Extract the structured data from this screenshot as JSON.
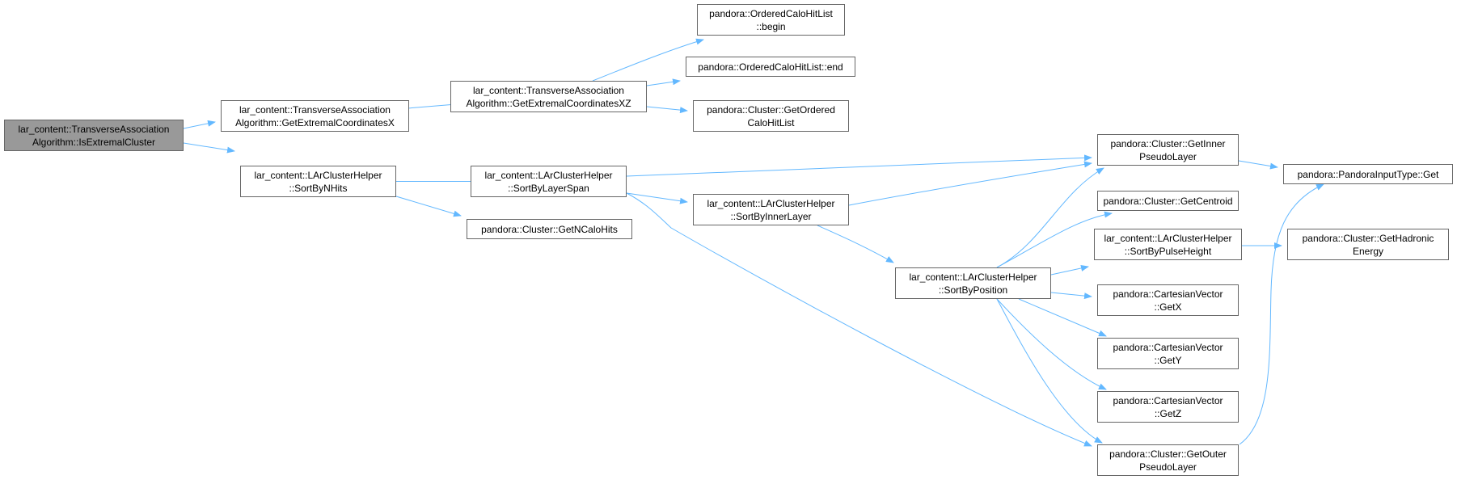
{
  "colors": {
    "edge": "#63b8ff",
    "node_border": "#666666",
    "root_fill": "#999999",
    "background": "#ffffff"
  },
  "nodes": [
    {
      "id": "root",
      "lines": [
        "lar_content::TransverseAssociation",
        "Algorithm::IsExtremalCluster"
      ],
      "root": true
    },
    {
      "id": "getExtremalX",
      "lines": [
        "lar_content::TransverseAssociation",
        "Algorithm::GetExtremalCoordinatesX"
      ]
    },
    {
      "id": "sortByNHits",
      "lines": [
        "lar_content::LArClusterHelper",
        "::SortByNHits"
      ]
    },
    {
      "id": "getExtremalXZ",
      "lines": [
        "lar_content::TransverseAssociation",
        "Algorithm::GetExtremalCoordinatesXZ"
      ]
    },
    {
      "id": "sortByLayerSpan",
      "lines": [
        "lar_content::LArClusterHelper",
        "::SortByLayerSpan"
      ]
    },
    {
      "id": "getNCaloHits",
      "lines": [
        "pandora::Cluster::GetNCaloHits"
      ]
    },
    {
      "id": "ochlBegin",
      "lines": [
        "pandora::OrderedCaloHitList",
        "::begin"
      ]
    },
    {
      "id": "ochlEnd",
      "lines": [
        "pandora::OrderedCaloHitList::end"
      ]
    },
    {
      "id": "getOrdered",
      "lines": [
        "pandora::Cluster::GetOrdered",
        "CaloHitList"
      ]
    },
    {
      "id": "sortByInnerLayer",
      "lines": [
        "lar_content::LArClusterHelper",
        "::SortByInnerLayer"
      ]
    },
    {
      "id": "sortByPosition",
      "lines": [
        "lar_content::LArClusterHelper",
        "::SortByPosition"
      ]
    },
    {
      "id": "getInner",
      "lines": [
        "pandora::Cluster::GetInner",
        "PseudoLayer"
      ]
    },
    {
      "id": "getCentroid",
      "lines": [
        "pandora::Cluster::GetCentroid"
      ]
    },
    {
      "id": "sortByPulseHeight",
      "lines": [
        "lar_content::LArClusterHelper",
        "::SortByPulseHeight"
      ]
    },
    {
      "id": "getX",
      "lines": [
        "pandora::CartesianVector",
        "::GetX"
      ]
    },
    {
      "id": "getY",
      "lines": [
        "pandora::CartesianVector",
        "::GetY"
      ]
    },
    {
      "id": "getZ",
      "lines": [
        "pandora::CartesianVector",
        "::GetZ"
      ]
    },
    {
      "id": "getOuter",
      "lines": [
        "pandora::Cluster::GetOuter",
        "PseudoLayer"
      ]
    },
    {
      "id": "inputGet",
      "lines": [
        "pandora::PandoraInputType::Get"
      ]
    },
    {
      "id": "getHadronic",
      "lines": [
        "pandora::Cluster::GetHadronic",
        "Energy"
      ]
    }
  ],
  "edges": [
    {
      "from": "root",
      "to": "getExtremalX"
    },
    {
      "from": "root",
      "to": "sortByNHits"
    },
    {
      "from": "getExtremalX",
      "to": "getExtremalXZ"
    },
    {
      "from": "getExtremalXZ",
      "to": "ochlBegin"
    },
    {
      "from": "getExtremalXZ",
      "to": "ochlEnd"
    },
    {
      "from": "getExtremalXZ",
      "to": "getOrdered"
    },
    {
      "from": "sortByNHits",
      "to": "sortByLayerSpan"
    },
    {
      "from": "sortByNHits",
      "to": "getNCaloHits"
    },
    {
      "from": "sortByLayerSpan",
      "to": "getInner"
    },
    {
      "from": "sortByLayerSpan",
      "to": "sortByInnerLayer"
    },
    {
      "from": "sortByLayerSpan",
      "to": "getOuter"
    },
    {
      "from": "sortByInnerLayer",
      "to": "getInner"
    },
    {
      "from": "sortByInnerLayer",
      "to": "sortByPosition"
    },
    {
      "from": "sortByPosition",
      "to": "getInner"
    },
    {
      "from": "sortByPosition",
      "to": "getCentroid"
    },
    {
      "from": "sortByPosition",
      "to": "sortByPulseHeight"
    },
    {
      "from": "sortByPosition",
      "to": "getX"
    },
    {
      "from": "sortByPosition",
      "to": "getY"
    },
    {
      "from": "sortByPosition",
      "to": "getZ"
    },
    {
      "from": "sortByPosition",
      "to": "getOuter"
    },
    {
      "from": "getInner",
      "to": "inputGet"
    },
    {
      "from": "sortByPulseHeight",
      "to": "getHadronic"
    },
    {
      "from": "getOuter",
      "to": "inputGet"
    }
  ]
}
